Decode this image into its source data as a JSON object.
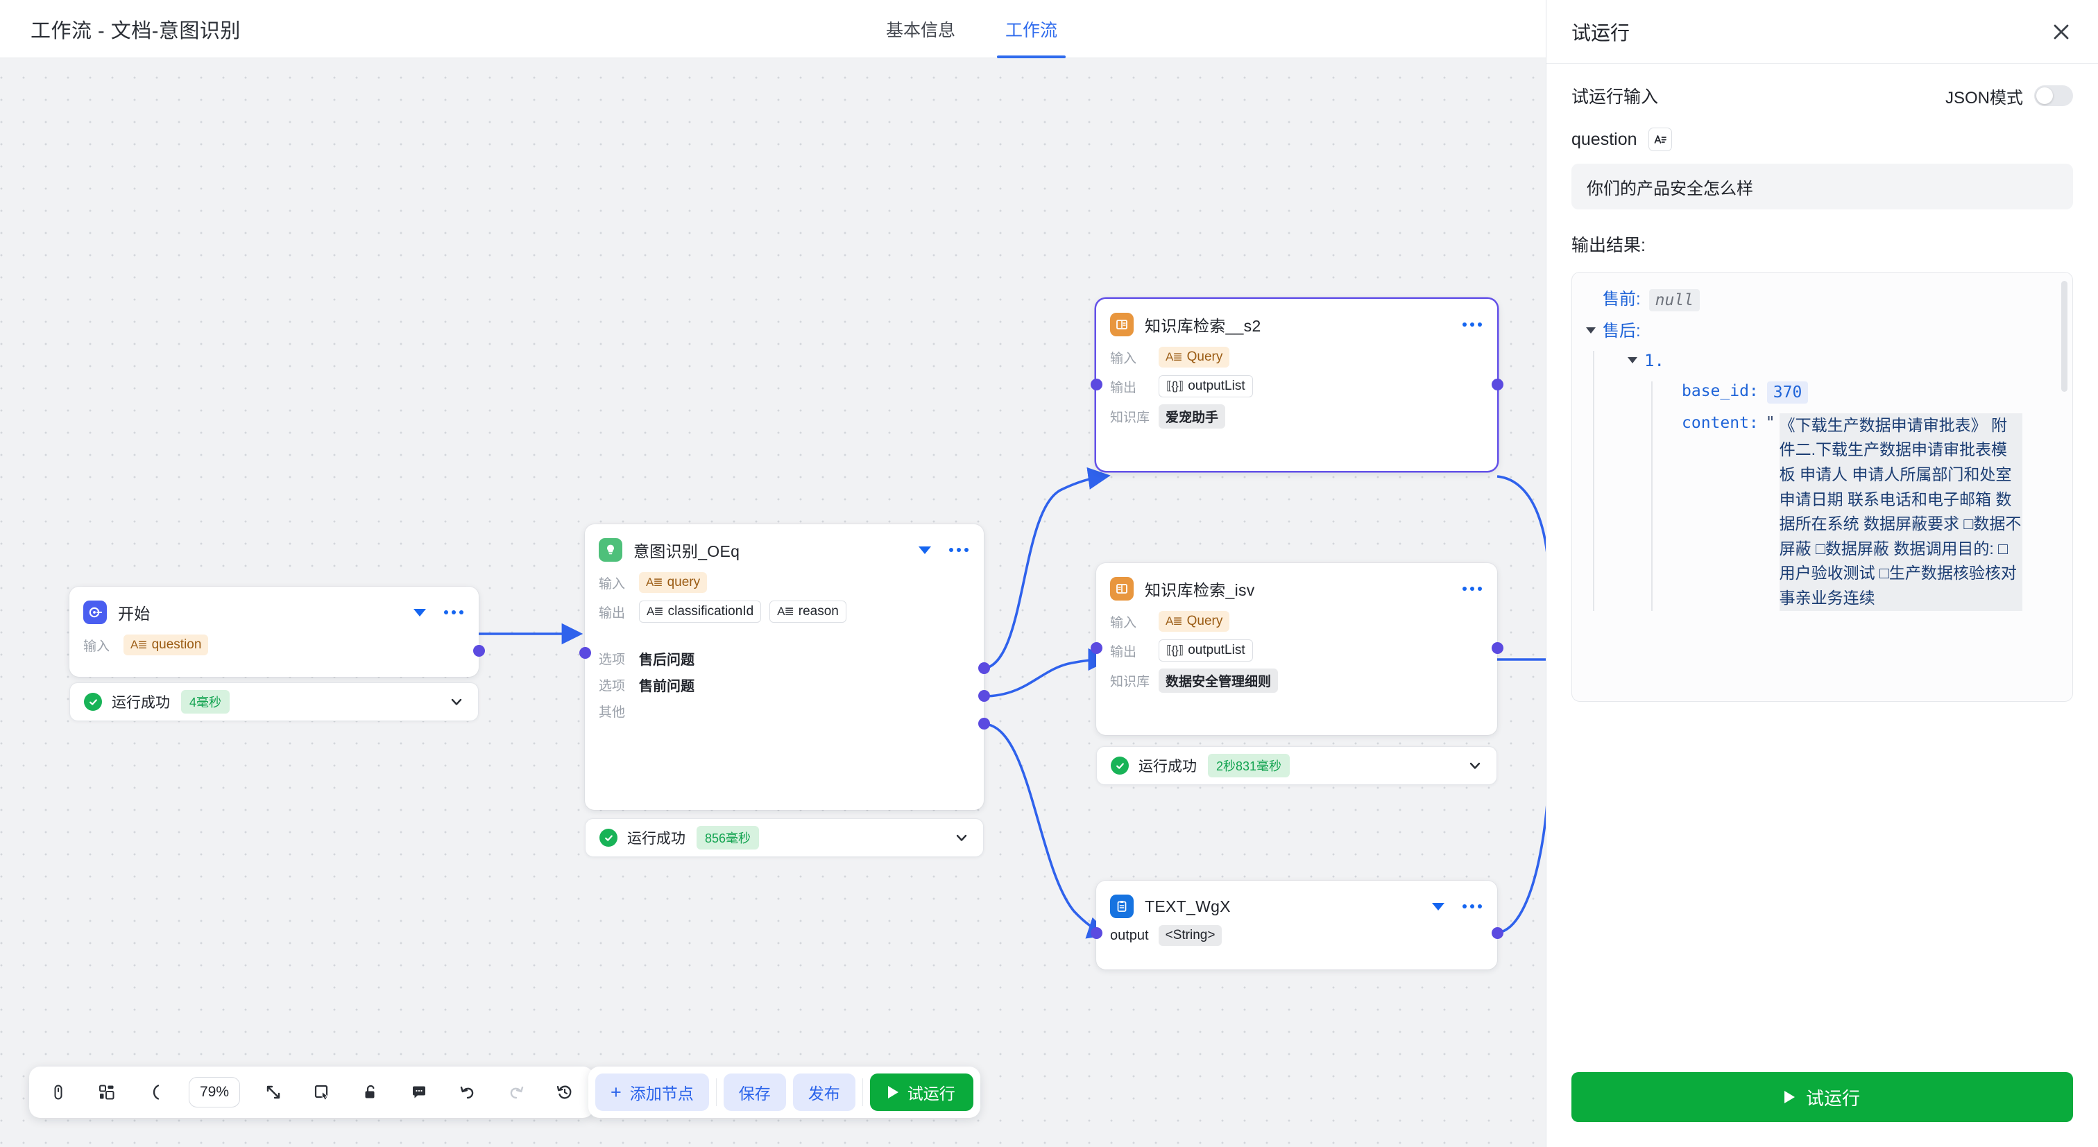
{
  "header": {
    "title": "工作流 - 文档-意图识别",
    "tabs": [
      {
        "label": "基本信息",
        "active": false
      },
      {
        "label": "工作流",
        "active": true
      }
    ]
  },
  "canvas": {
    "nodes": [
      {
        "id": "start",
        "title": "开始",
        "icon": "start-icon",
        "icon_color": "#4a5ef0",
        "rows": [
          {
            "label": "输入",
            "chips": [
              {
                "text": "question",
                "type": "string",
                "style": "orange"
              }
            ]
          }
        ],
        "status": {
          "text": "运行成功",
          "duration": "4毫秒"
        }
      },
      {
        "id": "intent",
        "title": "意图识别_OEq",
        "icon": "bulb-icon",
        "icon_color": "#4ec07a",
        "rows": [
          {
            "label": "输入",
            "chips": [
              {
                "text": "query",
                "type": "string",
                "style": "orange"
              }
            ]
          },
          {
            "label": "输出",
            "chips": [
              {
                "text": "classificationId",
                "type": "string",
                "style": "outline"
              },
              {
                "text": "reason",
                "type": "string",
                "style": "outline"
              }
            ]
          }
        ],
        "options": [
          {
            "label": "选项",
            "value": "售后问题"
          },
          {
            "label": "选项",
            "value": "售前问题"
          },
          {
            "label": "其他",
            "value": ""
          }
        ],
        "status": {
          "text": "运行成功",
          "duration": "856毫秒"
        }
      },
      {
        "id": "kb_s2",
        "title": "知识库检索__s2",
        "icon": "book-icon",
        "icon_color": "#e8963e",
        "selected": true,
        "rows": [
          {
            "label": "输入",
            "chips": [
              {
                "text": "Query",
                "type": "string",
                "style": "orange"
              }
            ]
          },
          {
            "label": "输出",
            "chips": [
              {
                "text": "outputList",
                "type": "object",
                "style": "outline"
              }
            ]
          },
          {
            "label": "知识库",
            "chips": [
              {
                "text": "爱宠助手",
                "type": "none",
                "style": "gray"
              }
            ]
          }
        ]
      },
      {
        "id": "kb_isv",
        "title": "知识库检索_isv",
        "icon": "book-icon",
        "icon_color": "#e8963e",
        "rows": [
          {
            "label": "输入",
            "chips": [
              {
                "text": "Query",
                "type": "string",
                "style": "orange"
              }
            ]
          },
          {
            "label": "输出",
            "chips": [
              {
                "text": "outputList",
                "type": "object",
                "style": "outline"
              }
            ]
          },
          {
            "label": "知识库",
            "chips": [
              {
                "text": "数据安全管理细则",
                "type": "none",
                "style": "gray"
              }
            ]
          }
        ],
        "status": {
          "text": "运行成功",
          "duration": "2秒831毫秒"
        }
      },
      {
        "id": "text_wgx",
        "title": "TEXT_WgX",
        "icon": "clipboard-icon",
        "icon_color": "#1673e0",
        "output_key": "output",
        "output_type": "<String>"
      }
    ]
  },
  "toolbar": {
    "icons": [
      "cursor-icon",
      "layout-grid-icon",
      "bezier-curve-icon"
    ],
    "zoom_level": "79%",
    "icons_right": [
      "fit-view-icon",
      "select-box-icon",
      "unlock-icon",
      "comment-icon",
      "undo-icon",
      "redo-icon",
      "history-icon"
    ],
    "add_node_label": "添加节点",
    "save_label": "保存",
    "publish_label": "发布",
    "run_label": "试运行"
  },
  "panel": {
    "title": "试运行",
    "input_section_label": "试运行输入",
    "json_mode_label": "JSON模式",
    "json_mode_on": false,
    "field_name": "question",
    "field_type_icon": "string-type-icon",
    "field_value": "你们的产品安全怎么样",
    "output_label": "输出结果:",
    "run_button_label": "试运行",
    "result": {
      "pre_sale_key": "售前:",
      "pre_sale_value": "null",
      "post_sale_key": "售后:",
      "item_index": "1.",
      "base_id_key": "base_id:",
      "base_id_value": "370",
      "content_key": "content:",
      "content_value": "《下载生产数据申请审批表》 附件二.下载生产数据申请审批表模板 申请人 申请人所属部门和处室 申请日期 联系电话和电子邮箱 数据所在系统 数据屏蔽要求 □数据不屏蔽 □数据屏蔽 数据调用目的: □用户验收测试 □生产数据核验核对 事亲业务连续"
    }
  },
  "colors": {
    "accent_blue": "#2f6bed",
    "success_green": "#0aab3c",
    "edge_blue": "#2f62ec",
    "port_purple": "#5b4ae0",
    "canvas_bg": "#f1f2f4"
  }
}
